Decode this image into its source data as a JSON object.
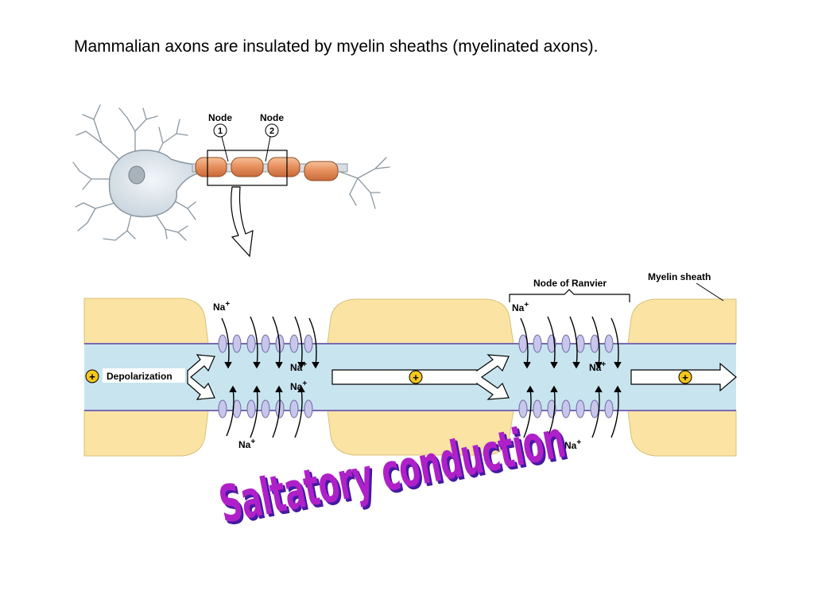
{
  "slide": {
    "title": "Mammalian axons are insulated by myelin sheaths (myelinated axons).",
    "wordart": "Saltatory conduction"
  },
  "neuron": {
    "node1_label": "Node",
    "node1_number": "1",
    "node2_label": "Node",
    "node2_number": "2"
  },
  "detail": {
    "node_of_ranvier_label": "Node of Ranvier",
    "myelin_sheath_label": "Myelin sheath",
    "depolarization_label": "Depolarization",
    "na_ion": "Na",
    "na_charge": "+",
    "plus_symbol": "+"
  },
  "colors": {
    "myelin": "#fbe3a4",
    "axoplasm": "#c8e4ef",
    "membrane": "#7a6ab0",
    "channel": "#c8c6ea",
    "plus_marker": "#f5c71a",
    "wordart": "#b020c8"
  }
}
